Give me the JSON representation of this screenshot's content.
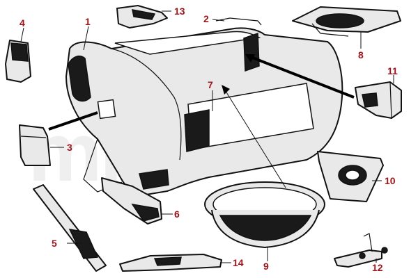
{
  "watermark_text": "mia",
  "callouts": [
    {
      "id": "1",
      "label": "1"
    },
    {
      "id": "2",
      "label": "2"
    },
    {
      "id": "3",
      "label": "3"
    },
    {
      "id": "4",
      "label": "4"
    },
    {
      "id": "5",
      "label": "5"
    },
    {
      "id": "6",
      "label": "6"
    },
    {
      "id": "7",
      "label": "7"
    },
    {
      "id": "8",
      "label": "8"
    },
    {
      "id": "9",
      "label": "9"
    },
    {
      "id": "10",
      "label": "10"
    },
    {
      "id": "11",
      "label": "11"
    },
    {
      "id": "12",
      "label": "12"
    },
    {
      "id": "13",
      "label": "13"
    },
    {
      "id": "14",
      "label": "14"
    }
  ],
  "colors": {
    "callout": "#a0151b",
    "line": "#111111"
  }
}
